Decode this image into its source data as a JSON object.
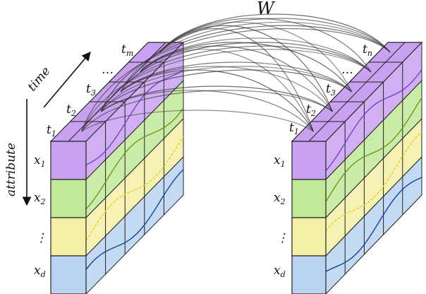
{
  "weight_label": "W",
  "axes": {
    "time_label": "time",
    "attribute_label": "attribute"
  },
  "left_tensor": {
    "time_steps": [
      {
        "base": "t",
        "sub": "1"
      },
      {
        "base": "t",
        "sub": "2"
      },
      {
        "base": "t",
        "sub": "3"
      },
      {
        "base": "…",
        "sub": ""
      },
      {
        "base": "t",
        "sub": "m"
      }
    ],
    "attributes": [
      {
        "base": "x",
        "sub": "1"
      },
      {
        "base": "x",
        "sub": "2"
      },
      {
        "base": "⋮",
        "sub": ""
      },
      {
        "base": "x",
        "sub": "d"
      }
    ]
  },
  "right_tensor": {
    "time_steps": [
      {
        "base": "t",
        "sub": "1"
      },
      {
        "base": "t",
        "sub": "2"
      },
      {
        "base": "t",
        "sub": "3"
      },
      {
        "base": "…",
        "sub": ""
      },
      {
        "base": "t",
        "sub": "n"
      }
    ],
    "attributes": [
      {
        "base": "x",
        "sub": "1"
      },
      {
        "base": "x",
        "sub": "2"
      },
      {
        "base": "⋮",
        "sub": ""
      },
      {
        "base": "x",
        "sub": "d"
      }
    ]
  },
  "colors": {
    "layer_purple": "#c8a2f0",
    "layer_green": "#c2e89a",
    "layer_yellow": "#f5f0a8",
    "layer_blue": "#b9d3f0",
    "curve_purple": "#7b3fc7",
    "curve_green": "#6a9a1a",
    "curve_yellow": "#e8d020",
    "curve_blue": "#1a3f9a",
    "links": "#333333"
  }
}
